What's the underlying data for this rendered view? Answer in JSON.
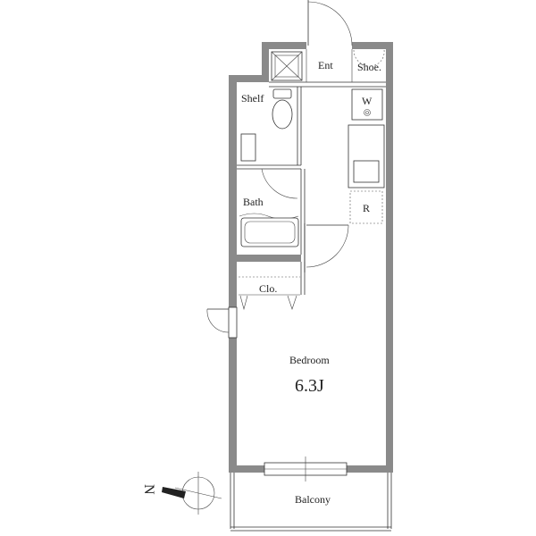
{
  "rooms": {
    "entrance": "Ent",
    "shoe": "Shoe.",
    "shelf": "Shelf",
    "washer": "W",
    "bath": "Bath",
    "refrigerator": "R",
    "closet": "Clo.",
    "bedroom": "Bedroom",
    "bedroom_size": "6.3J",
    "balcony": "Balcony"
  },
  "compass": {
    "north": "N"
  },
  "colors": {
    "wall": "#8a8a8a",
    "line": "#333333"
  }
}
